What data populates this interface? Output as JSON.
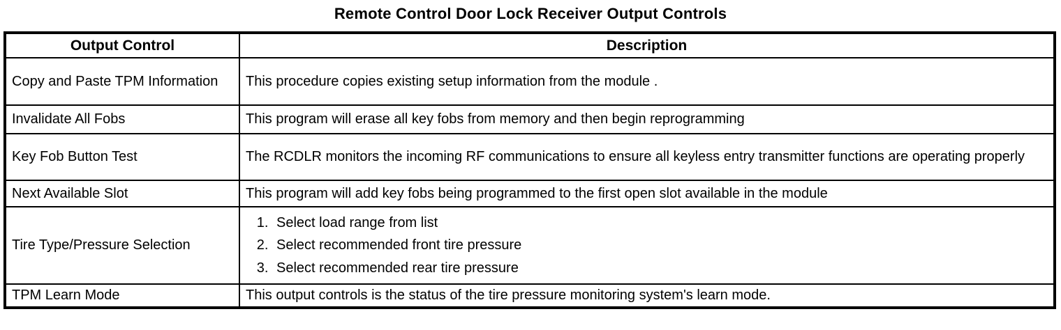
{
  "title": "Remote Control Door Lock Receiver Output Controls",
  "table": {
    "headers": [
      "Output Control",
      "Description"
    ],
    "rows": [
      {
        "control": "Copy and Paste TPM Information",
        "description": "This procedure copies existing setup information from the module ."
      },
      {
        "control": "Invalidate All Fobs",
        "description": "This program will erase all key fobs from memory and then begin reprogramming"
      },
      {
        "control": "Key Fob Button Test",
        "description": "The RCDLR monitors the incoming RF communications to ensure all keyless entry transmitter functions are operating properly"
      },
      {
        "control": "Next Available Slot",
        "description": "This program will add key fobs being programmed to the first open slot available in the module"
      },
      {
        "control": "Tire Type/Pressure Selection",
        "steps": [
          "Select load range from list",
          "Select recommended front tire pressure",
          "Select recommended rear tire pressure"
        ]
      },
      {
        "control": "TPM Learn Mode",
        "description": "This output controls is the status of the tire pressure monitoring system's learn mode."
      }
    ]
  }
}
